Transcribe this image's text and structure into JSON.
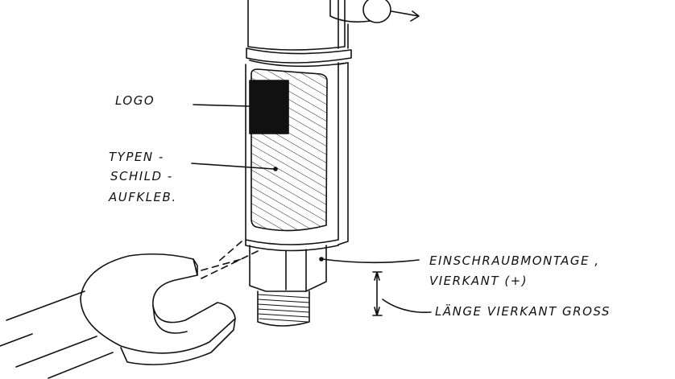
{
  "labels": {
    "logo": "LOGO",
    "type_plate": [
      "TYPEN -",
      "SCHILD -",
      "AUFKLEB."
    ],
    "mounting": [
      "EINSCHRAUBMONTAGE ,",
      "VIERKANT (+)"
    ],
    "length": "LÄNGE  VIERKANT  GROSS"
  },
  "colors": {
    "ink": "#111111",
    "paper": "#ffffff"
  }
}
